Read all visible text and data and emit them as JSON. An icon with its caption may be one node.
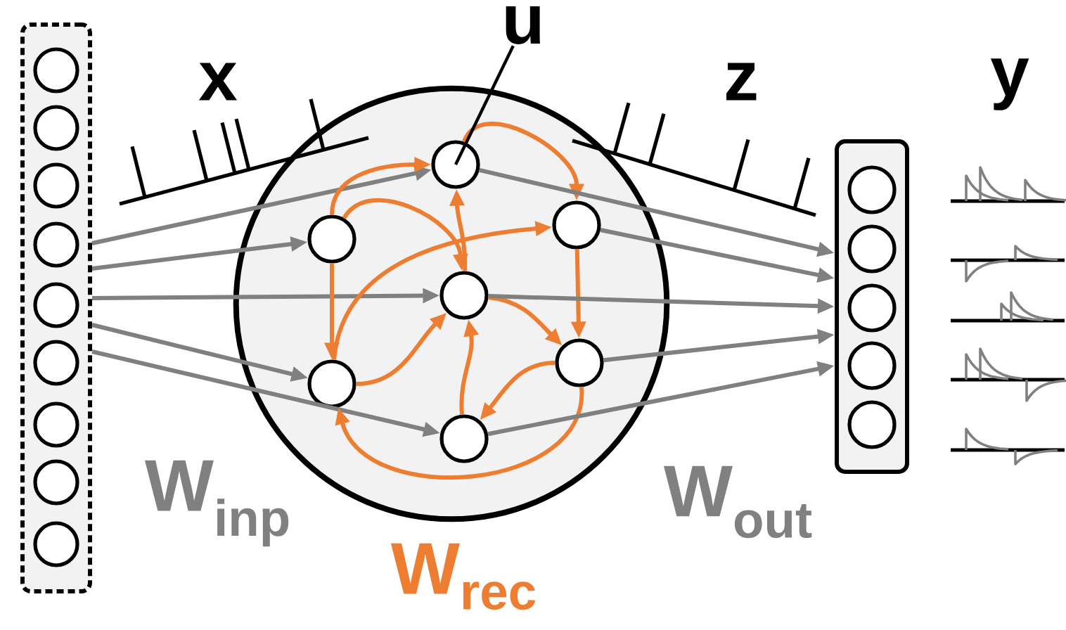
{
  "diagram": {
    "nodes": [
      {
        "text": [],
        "shape": "box"
      },
      {
        "text": [],
        "shape": "circle",
        "in": 0
      },
      {
        "text": [],
        "shape": "circle",
        "in": 0
      },
      {
        "text": [],
        "shape": "circle",
        "in": 0
      },
      {
        "text": [],
        "shape": "circle",
        "in": 0
      },
      {
        "text": [],
        "shape": "circle",
        "in": 0
      },
      {
        "text": [],
        "shape": "circle",
        "in": 0
      },
      {
        "text": [],
        "shape": "circle",
        "in": 0
      },
      {
        "text": [],
        "shape": "circle",
        "in": 0
      },
      {
        "text": [],
        "shape": "circle",
        "in": 0
      },
      {
        "text": [],
        "shape": "circle"
      },
      {
        "text": [],
        "shape": "circle",
        "in": 10
      },
      {
        "text": [],
        "shape": "circle",
        "in": 10
      },
      {
        "text": [],
        "shape": "circle",
        "in": 10
      },
      {
        "text": [],
        "shape": "circle",
        "in": 10
      },
      {
        "text": [],
        "shape": "circle",
        "in": 10
      },
      {
        "text": [],
        "shape": "circle",
        "in": 10
      },
      {
        "text": [],
        "shape": "circle",
        "in": 10
      },
      {
        "text": [],
        "shape": "box"
      },
      {
        "text": [],
        "shape": "circle",
        "in": 18
      },
      {
        "text": [],
        "shape": "circle",
        "in": 18
      },
      {
        "text": [],
        "shape": "circle",
        "in": 18
      },
      {
        "text": [],
        "shape": "circle",
        "in": 18
      },
      {
        "text": [],
        "shape": "circle",
        "in": 18
      },
      {
        "text": [
          "u"
        ]
      }
    ],
    "edges": [
      {
        "from": 0,
        "to": 11,
        "arrow": "to",
        "color": "#808080"
      },
      {
        "from": 0,
        "to": 12,
        "arrow": "to",
        "color": "#808080"
      },
      {
        "from": 0,
        "to": 14,
        "arrow": "to",
        "color": "#808080"
      },
      {
        "from": 0,
        "to": 15,
        "arrow": "to",
        "color": "#808080"
      },
      {
        "from": 0,
        "to": 17,
        "arrow": "to",
        "color": "#808080"
      },
      {
        "from": 12,
        "to": 11,
        "arrow": "to",
        "color": "#ed7d31"
      },
      {
        "from": 12,
        "to": 14,
        "arrow": "to",
        "color": "#ed7d31"
      },
      {
        "from": 12,
        "to": 15,
        "arrow": "to",
        "color": "#ed7d31"
      },
      {
        "from": 15,
        "to": 13,
        "arrow": "to",
        "color": "#ed7d31"
      },
      {
        "from": 15,
        "to": 14,
        "arrow": "to",
        "color": "#ed7d31"
      },
      {
        "from": 17,
        "to": 14,
        "arrow": "to",
        "color": "#ed7d31"
      },
      {
        "from": 14,
        "to": 11,
        "arrow": "to",
        "color": "#ed7d31"
      },
      {
        "from": 11,
        "to": 13,
        "arrow": "to",
        "color": "#ed7d31"
      },
      {
        "from": 13,
        "to": 16,
        "arrow": "to",
        "color": "#ed7d31"
      },
      {
        "from": 14,
        "to": 16,
        "arrow": "to",
        "color": "#ed7d31"
      },
      {
        "from": 16,
        "to": 17,
        "arrow": "to",
        "color": "#ed7d31"
      },
      {
        "from": 16,
        "to": 15,
        "arrow": "to",
        "color": "#ed7d31"
      },
      {
        "from": 11,
        "to": 18,
        "arrow": "to",
        "color": "#808080"
      },
      {
        "from": 13,
        "to": 18,
        "arrow": "to",
        "color": "#808080"
      },
      {
        "from": 14,
        "to": 18,
        "arrow": "to",
        "color": "#808080"
      },
      {
        "from": 16,
        "to": 18,
        "arrow": "to",
        "color": "#808080"
      },
      {
        "from": 17,
        "to": 18,
        "arrow": "to",
        "color": "#808080"
      },
      {
        "from": 24,
        "to": 11,
        "arrow": "none",
        "color": "#000000"
      }
    ],
    "labels": [
      "x",
      "z",
      "y",
      "W$_{inp}$",
      "W$_{rec}$",
      "W$_{out}$"
    ]
  }
}
